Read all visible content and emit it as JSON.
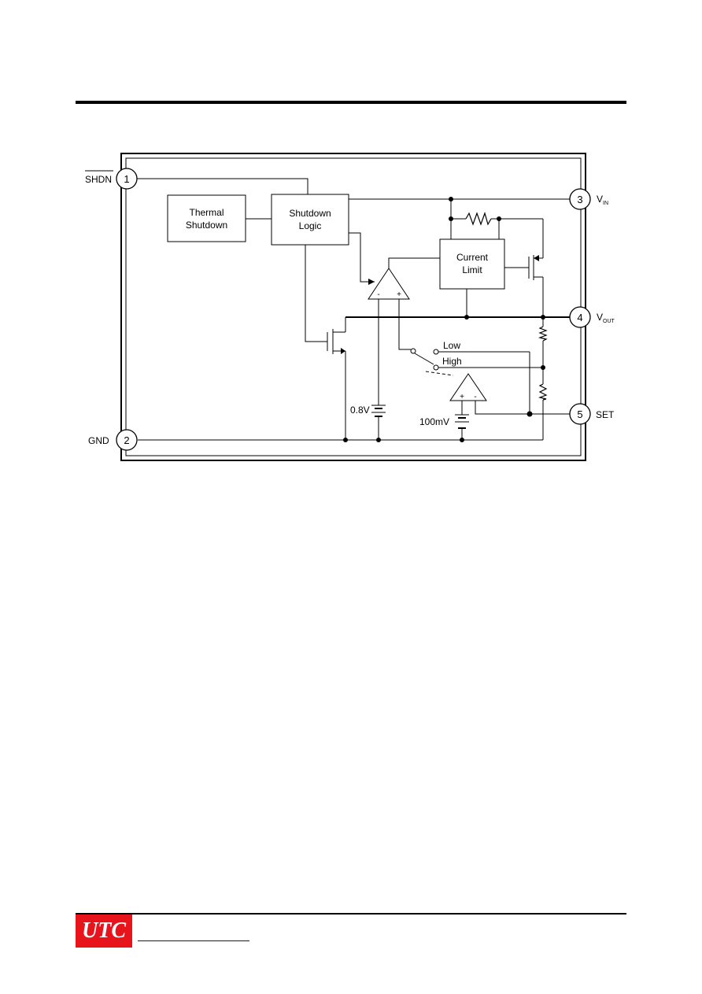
{
  "blocks": {
    "thermal_shutdown": [
      "Thermal",
      "Shutdown"
    ],
    "shutdown_logic": [
      "Shutdown",
      "Logic"
    ],
    "current_limit": [
      "Current",
      "Limit"
    ]
  },
  "pins": [
    {
      "number": "1",
      "label": "SHDN"
    },
    {
      "number": "2",
      "label": "GND"
    },
    {
      "number": "3",
      "label": "V",
      "sub": "IN"
    },
    {
      "number": "4",
      "label": "V",
      "sub": "OUT"
    },
    {
      "number": "5",
      "label": "SET"
    }
  ],
  "switch": {
    "low": "Low",
    "high": "High"
  },
  "sources": {
    "ref_main": "0.8V",
    "ref_set": "100mV"
  },
  "opamp": {
    "minus": "-",
    "plus": "+"
  },
  "footer": {
    "logo": "UTC"
  }
}
